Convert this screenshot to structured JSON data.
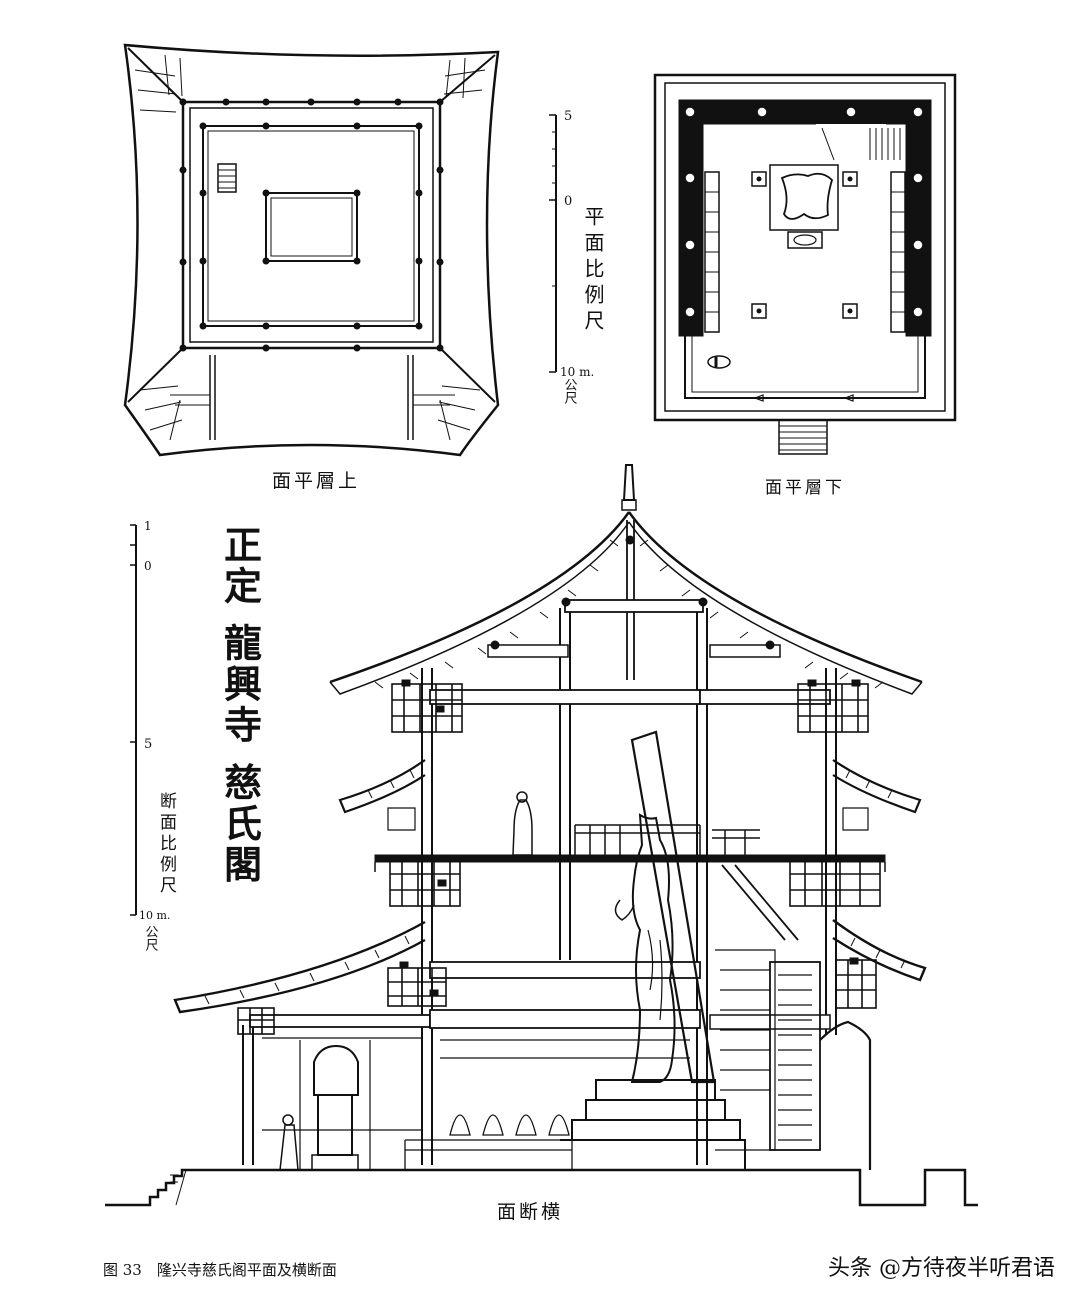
{
  "labels": {
    "upper_plan": "面平層上",
    "lower_plan": "面平層下",
    "section": "面断横",
    "temple_title": "正定 龍興寺 慈氏閣",
    "plan_scale_caption": "平面比例尺",
    "section_scale_caption": "断面比例尺",
    "unit_m": "10 m.",
    "unit_gongchi": "公尺",
    "tick_5": "5",
    "tick_0": "0",
    "tick_1": "1",
    "figure_caption": "图 33　隆兴寺慈氏阁平面及横断面",
    "watermark": "头条 @方待夜半听君语"
  }
}
